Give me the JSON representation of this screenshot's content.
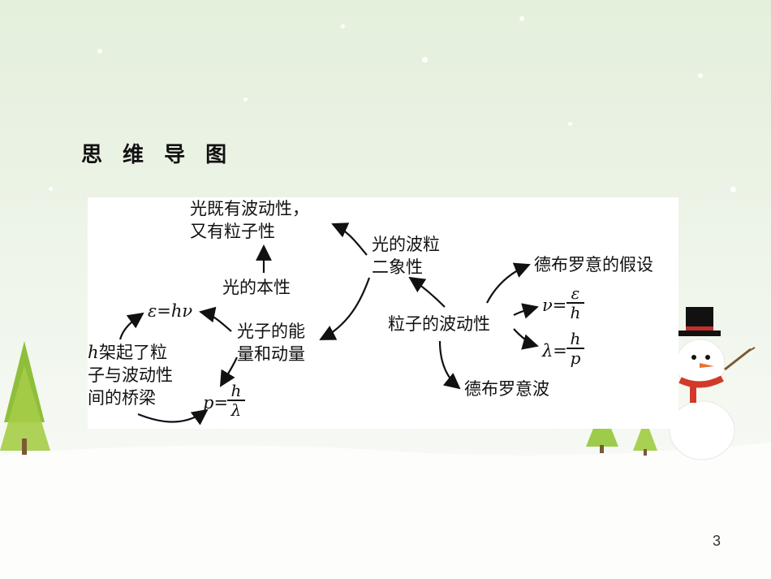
{
  "slide": {
    "title": "思 维 导 图",
    "page_number": "3"
  },
  "mindmap": {
    "nodes": {
      "wave_particle": "光既有波动性，\n又有粒子性",
      "light_duality": "光的波粒\n二象性",
      "light_nature": "光的本性",
      "photon_energy": "光子的能\n量和动量",
      "h_bridge": "架起了粒\n子与波动性\n间的桥梁",
      "h_symbol": "h",
      "particle_wave": "粒子的波动性",
      "debroglie_hypothesis": "德布罗意的假设",
      "debroglie_wave": "德布罗意波"
    },
    "formulas": {
      "epsilon": "ε=hν",
      "p_lhs": "p=",
      "p_num": "h",
      "p_den": "λ",
      "nu_lhs": "ν=",
      "nu_num": "ε",
      "nu_den": "h",
      "lambda_lhs": "λ=",
      "lambda_num": "h",
      "lambda_den": "p"
    }
  }
}
